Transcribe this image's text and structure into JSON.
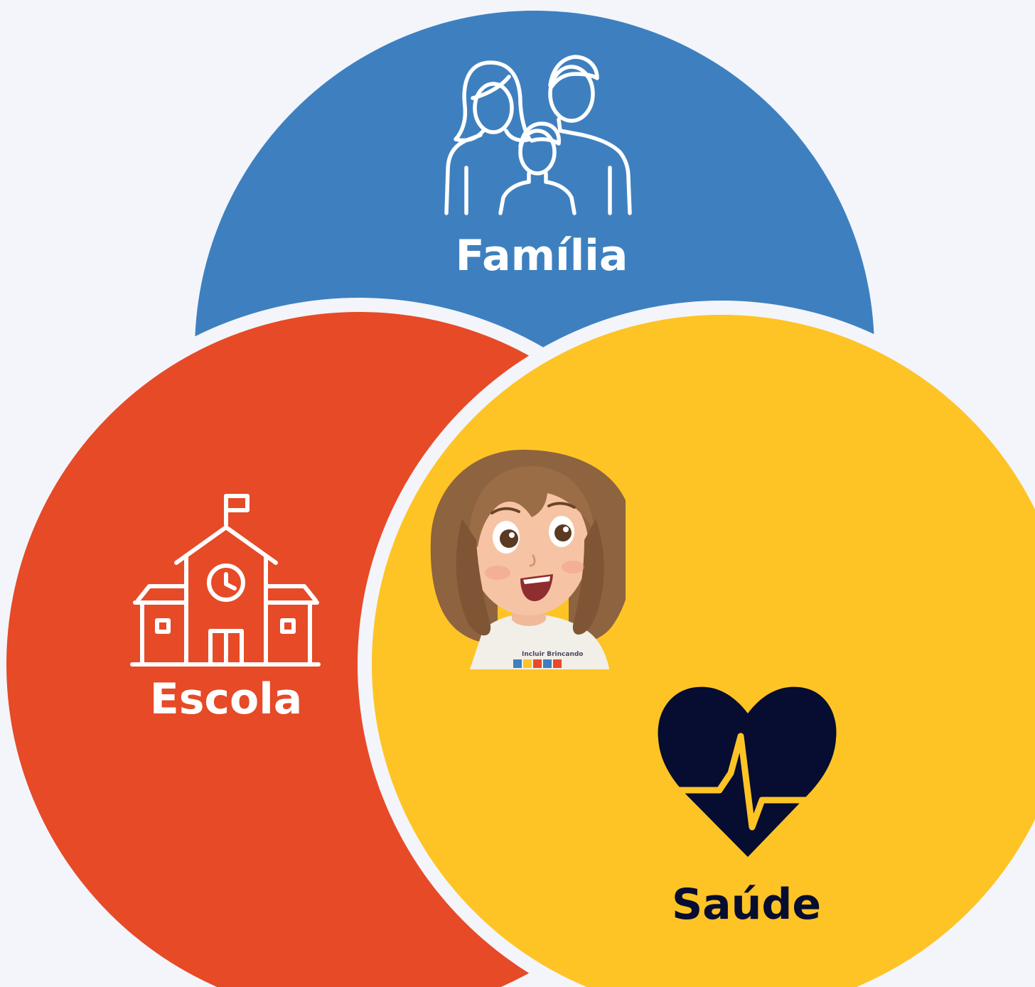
{
  "title": "",
  "colors": {
    "background": "#f3f5fb",
    "familia": "#3e80bf",
    "escola": "#e64a27",
    "saude": "#fec425",
    "saude_text": "#060d30",
    "white": "#ffffff"
  },
  "nodes": {
    "familia": {
      "label": "Família",
      "icon": "family-icon"
    },
    "escola": {
      "label": "Escola",
      "icon": "school-icon"
    },
    "saude": {
      "label": "Saúde",
      "icon": "heart-pulse-icon"
    },
    "center": {
      "icon": "child-avatar",
      "shirt_text": "Incluir Brincando"
    }
  }
}
